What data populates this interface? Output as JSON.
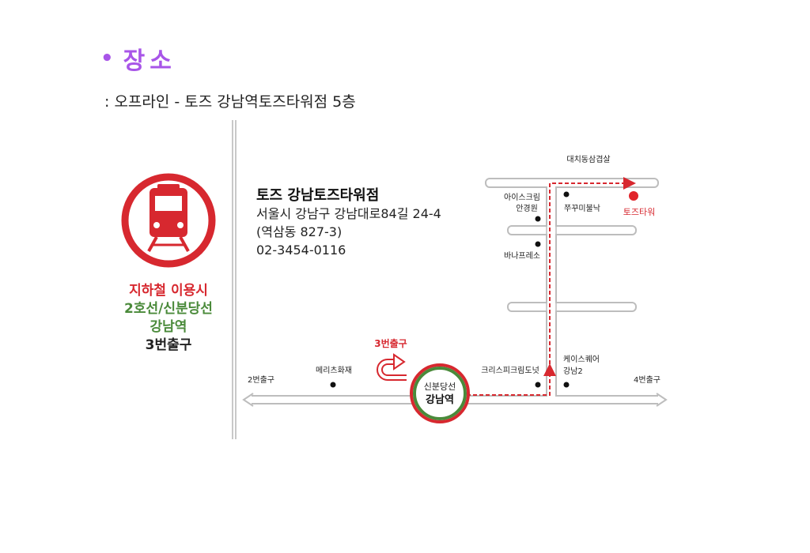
{
  "section": {
    "bullet": "•",
    "title": "장소",
    "location_text": ": 오프라인 - 토즈 강남역토즈타워점 5층"
  },
  "subway": {
    "line1": "지하철 이용시",
    "line2": "2호선/신분당선",
    "line3": "강남역",
    "line4": "3번출구",
    "colors": {
      "red": "#d7282f",
      "green": "#4a8a3a",
      "black": "#222222"
    }
  },
  "venue": {
    "name": "토즈 강남토즈타워점",
    "address1": "서울시 강남구 강남대로84길 24-4",
    "address2": "(역삼동 827-3)",
    "phone": "02-3454-0116"
  },
  "map": {
    "exit_3": "3번출구",
    "exit_2": "2번출구",
    "exit_4": "4번출구",
    "station_line": "신분당선",
    "station_name": "강남역",
    "landmarks": {
      "daechi": "대치동삼겹살",
      "icecream1": "아이스크림",
      "icecream2": "안경원",
      "pupu": "쭈꾸미불낙",
      "tozz_tower": "토즈타워",
      "banapresso": "바나프레소",
      "merry": "메리츠화재",
      "krispy": "크리스피크림도넛",
      "case1": "케이스퀘어",
      "case2": "강남2"
    }
  }
}
